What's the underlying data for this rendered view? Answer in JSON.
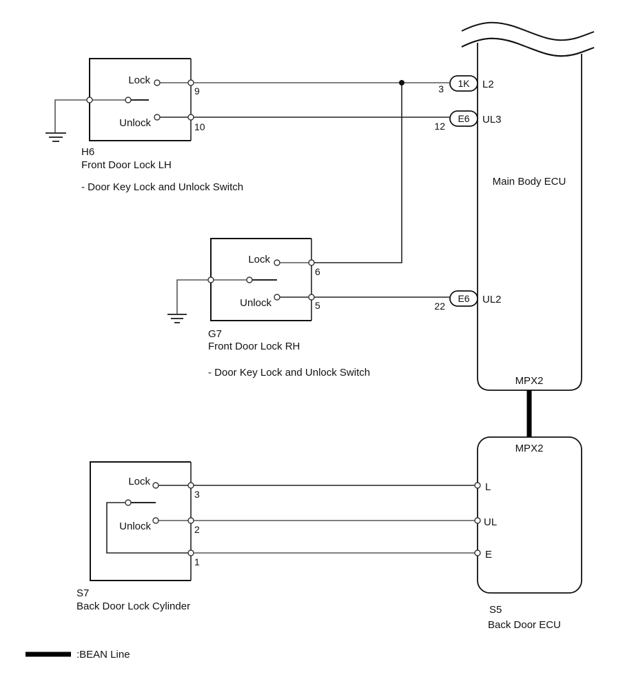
{
  "diagram": {
    "type": "wiring-diagram",
    "components": {
      "front_door_lock_lh": {
        "code": "H6",
        "name": "Front Door Lock LH",
        "subtitle": "- Door Key Lock and Unlock Switch",
        "lock_label": "Lock",
        "unlock_label": "Unlock",
        "lock_pin": "9",
        "unlock_pin": "10"
      },
      "front_door_lock_rh": {
        "code": "G7",
        "name": "Front Door Lock RH",
        "subtitle": "- Door Key Lock and Unlock Switch",
        "lock_label": "Lock",
        "unlock_label": "Unlock",
        "lock_pin": "6",
        "unlock_pin": "5"
      },
      "back_door_lock_cylinder": {
        "code": "S7",
        "name": "Back Door Lock Cylinder",
        "lock_label": "Lock",
        "unlock_label": "Unlock",
        "lock_pin": "3",
        "unlock_pin": "2",
        "ground_pin": "1"
      },
      "main_body_ecu": {
        "name": "Main Body ECU",
        "bus_label": "MPX2",
        "connectors": [
          {
            "connector": "1K",
            "pin": "3",
            "terminal": "L2"
          },
          {
            "connector": "E6",
            "pin": "12",
            "terminal": "UL3"
          },
          {
            "connector": "E6",
            "pin": "22",
            "terminal": "UL2"
          }
        ]
      },
      "back_door_ecu": {
        "code": "S5",
        "name": "Back Door ECU",
        "bus_label": "MPX2",
        "terminals": [
          "L",
          "UL",
          "E"
        ]
      }
    },
    "connections": [
      {
        "from": "H6-9",
        "to": "1K-3 (L2)"
      },
      {
        "from": "G7-6",
        "to": "1K-3 (L2)"
      },
      {
        "from": "H6-10",
        "to": "E6-12 (UL3)"
      },
      {
        "from": "G7-5",
        "to": "E6-22 (UL2)"
      },
      {
        "from": "S7-3",
        "to": "S5 L"
      },
      {
        "from": "S7-2",
        "to": "S5 UL"
      },
      {
        "from": "S7-1",
        "to": "S5 E"
      },
      {
        "from": "Main Body ECU MPX2",
        "to": "Back Door ECU MPX2",
        "type": "BEAN Line"
      }
    ],
    "legend": {
      "bean_line_label": ":BEAN Line"
    }
  }
}
